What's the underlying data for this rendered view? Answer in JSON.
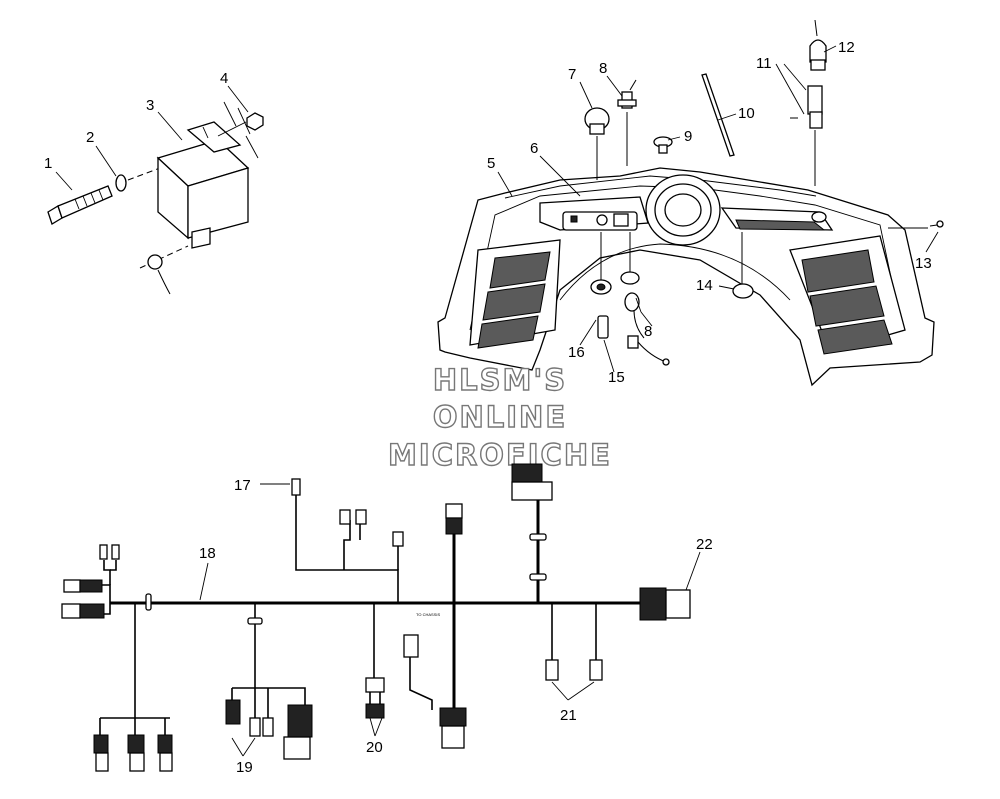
{
  "diagram": {
    "watermark": {
      "line1": "HLSM'S",
      "line2": "ONLINE",
      "line3": "MICROFICHE"
    },
    "harness_note": "TO CHASSIS",
    "callouts": [
      "1",
      "2",
      "3",
      "4",
      "5",
      "6",
      "7",
      "8",
      "8",
      "9",
      "10",
      "11",
      "12",
      "13",
      "14",
      "15",
      "16",
      "17",
      "18",
      "19",
      "20",
      "21",
      "22"
    ]
  }
}
